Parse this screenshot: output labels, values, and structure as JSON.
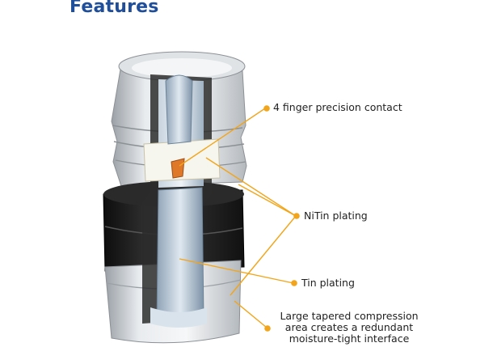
{
  "title": "Features",
  "callouts": {
    "contact": "4 finger precision contact",
    "nitin": "NiTin plating",
    "tin": "Tin plating",
    "compression": [
      "Large tapered compression",
      "area creates a redundant",
      "moisture-tight interface"
    ]
  },
  "colors": {
    "title": "#1f4e9a",
    "leader": "#f2a51a",
    "body_light": "#e6e9ec",
    "body_dark": "#1b1b1b",
    "pin": "#b9c9d9",
    "contact_tip": "#e0782a"
  }
}
